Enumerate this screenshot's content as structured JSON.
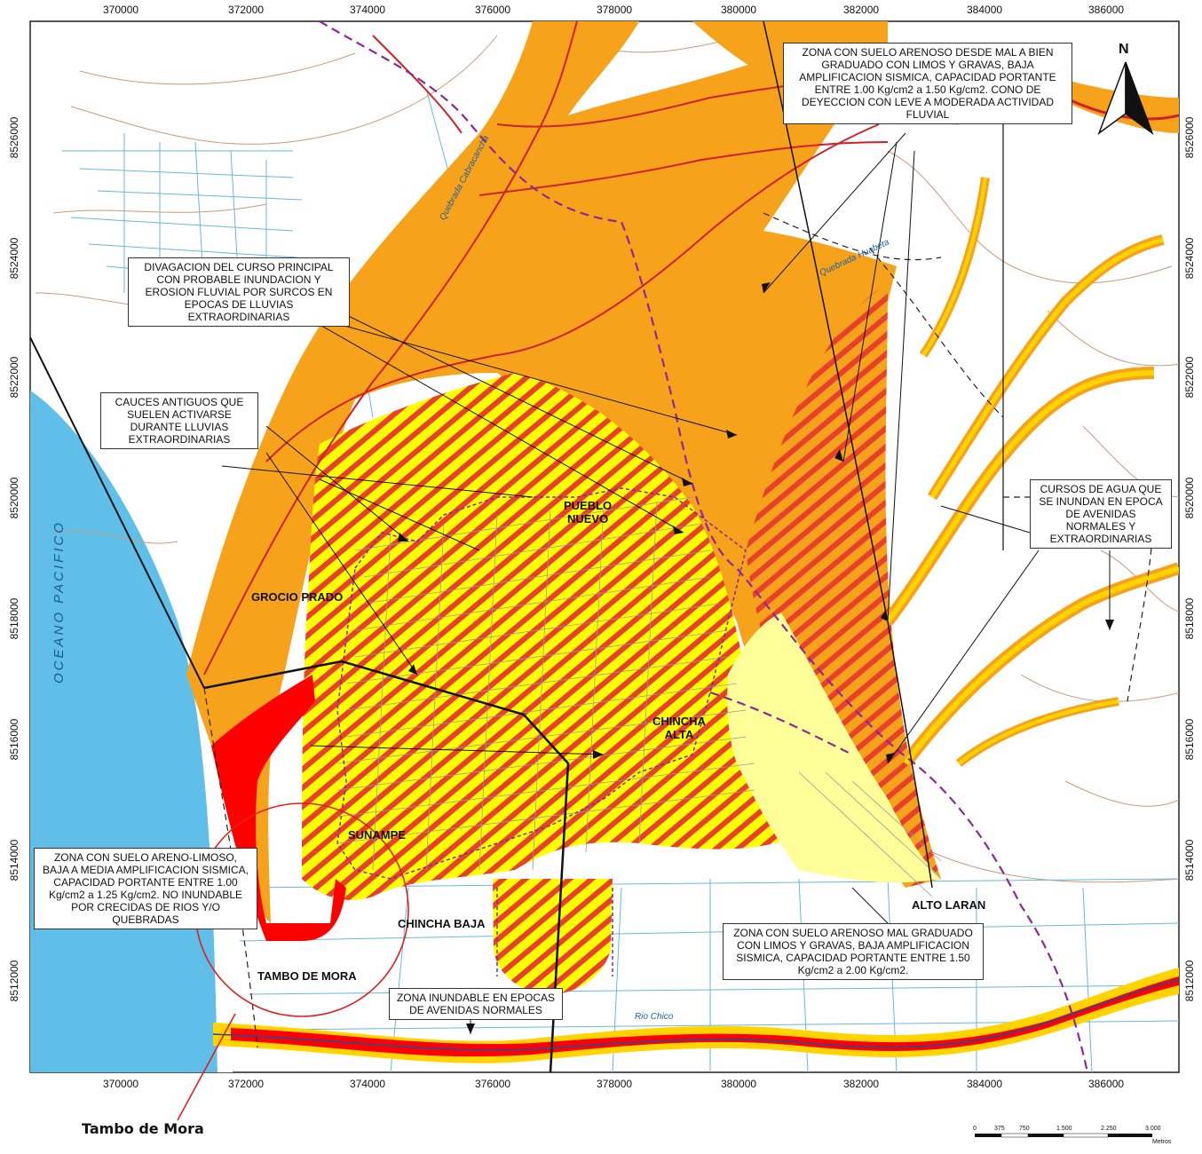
{
  "axes": {
    "x_ticks": [
      "370000",
      "372000",
      "374000",
      "376000",
      "378000",
      "380000",
      "382000",
      "384000",
      "386000"
    ],
    "y_ticks": [
      "8526000",
      "8524000",
      "8522000",
      "8520000",
      "8518000",
      "8516000",
      "8514000",
      "8512000"
    ]
  },
  "north_arrow": {
    "label": "N"
  },
  "ocean_label": "OCEANO PACIFICO",
  "places": {
    "pueblo_nuevo": "PUEBLO\nNUEVO",
    "grocio_prado": "GROCIO PRADO",
    "chincha_alta": "CHINCHA\nALTA",
    "sunampe": "SUNAMPE",
    "chincha_baja": "CHINCHA BAJA",
    "tambo_de_mora": "TAMBO DE MORA",
    "alto_laran": "ALTO LARAN"
  },
  "callouts": {
    "zona_arenoso_top": "ZONA CON SUELO ARENOSO DESDE MAL A BIEN GRADUADO CON LIMOS Y GRAVAS, BAJA AMPLIFICACION SISMICA, CAPACIDAD PORTANTE ENTRE 1.00 Kg/cm2 a 1.50 Kg/cm2. CONO DE DEYECCION CON LEVE A MODERADA ACTIVIDAD FLUVIAL",
    "divagacion": "DIVAGACION DEL CURSO PRINCIPAL CON PROBABLE INUNDACION Y EROSION FLUVIAL POR SURCOS EN EPOCAS DE LLUVIAS EXTRAORDINARIAS",
    "cauces": "CAUCES ANTIGUOS QUE SUELEN ACTIVARSE DURANTE LLUVIAS EXTRAORDINARIAS",
    "cursos": "CURSOS DE AGUA QUE SE INUNDAN EN EPOCA DE AVENIDAS NORMALES Y EXTRAORDINARIAS",
    "zona_areno_limoso": "ZONA CON SUELO ARENO-LIMOSO, BAJA A MEDIA AMPLIFICACION SISMICA, CAPACIDAD PORTANTE ENTRE 1.00 Kg/cm2 a 1.25 Kg/cm2. NO INUNDABLE POR CRECIDAS DE RIOS Y/O QUEBRADAS",
    "zona_arenoso_mal": "ZONA CON SUELO ARENOSO MAL GRADUADO CON LIMOS Y GRAVAS, BAJA AMPLIFICACION SISMICA, CAPACIDAD PORTANTE ENTRE 1.50 Kg/cm2 a 2.00 Kg/cm2.",
    "zona_inundable": "ZONA INUNDABLE EN EPOCAS DE AVENIDAS NORMALES"
  },
  "rivers": {
    "cabracancha": "Quebrada Cabracancha",
    "rio_chico": "Rio Chico",
    "huabeta": "Quebrada Huabeta"
  },
  "scale": {
    "labels": [
      "0",
      "375",
      "750",
      "1.500",
      "2.250",
      "3.000"
    ],
    "unit": "Metros"
  },
  "highlight": {
    "label": "Tambo de Mora"
  },
  "colors": {
    "orange_zone": "#f7a21b",
    "yellow_zone": "#ffff00",
    "pale_yellow_zone": "#ffff99",
    "red_zone": "#ff0000",
    "hatch": "#e8402a",
    "ocean": "#5fbfe8",
    "contour": "#c89a7a",
    "drainage": "#6ab7d8",
    "district_boundary": "#8a2a9a"
  }
}
